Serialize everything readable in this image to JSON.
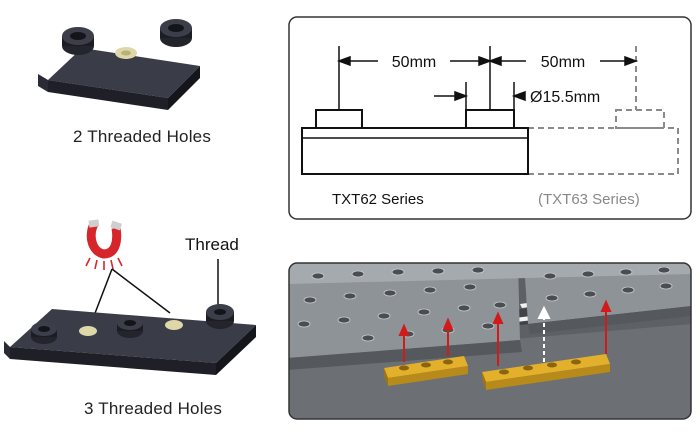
{
  "captions": {
    "two_holes": "2 Threaded Holes",
    "three_holes": "3 Threaded Holes",
    "thread": "Thread"
  },
  "dimension_panel": {
    "spacing_left": "50mm",
    "spacing_right": "50mm",
    "hole_diameter": "Ø15.5mm",
    "series_main": "TXT62 Series",
    "series_ghost": "(TXT63 Series)"
  },
  "colors": {
    "plate": "#2a2b35",
    "gold": "#e3b02c",
    "arrow_red": "#d11a1a",
    "magnet_red": "#d6262b"
  },
  "icons": [
    "magnet-icon"
  ]
}
